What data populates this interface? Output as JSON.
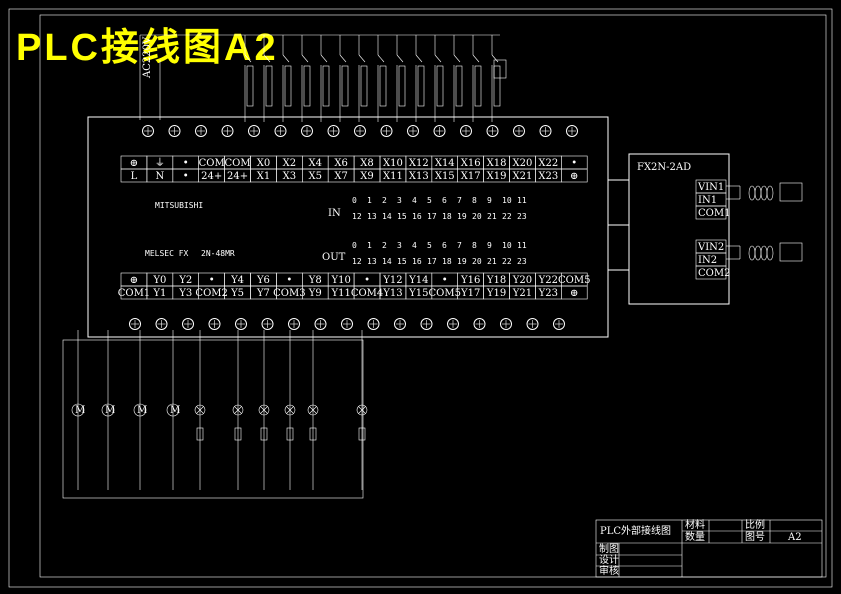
{
  "title": "PLC接线图A2",
  "supply_label": "AC220V",
  "plc": {
    "brand": "MITSUBISHI",
    "model": "MELSEC FX",
    "model_suffix": "2N-48MR",
    "in_label": "IN",
    "out_label": "OUT",
    "top_row1": [
      "⊕",
      "⏚",
      "•",
      "COM",
      "COM",
      "X0",
      "X2",
      "X4",
      "X6",
      "X8",
      "X10",
      "X12",
      "X14",
      "X16",
      "X18",
      "X20",
      "X22",
      "•"
    ],
    "top_row2": [
      "L",
      "N",
      "•",
      "24+",
      "24+",
      "X1",
      "X3",
      "X5",
      "X7",
      "X9",
      "X11",
      "X13",
      "X15",
      "X17",
      "X19",
      "X21",
      "X23",
      "⊕"
    ],
    "bot_row1": [
      "⊕",
      "Y0",
      "Y2",
      "•",
      "Y4",
      "Y6",
      "•",
      "Y8",
      "Y10",
      "•",
      "Y12",
      "Y14",
      "•",
      "Y16",
      "Y18",
      "Y20",
      "Y22",
      "COM5"
    ],
    "bot_row2": [
      "COM1",
      "Y1",
      "Y3",
      "COM2",
      "Y5",
      "Y7",
      "COM3",
      "Y9",
      "Y11",
      "COM4",
      "Y13",
      "Y15",
      "COM5",
      "Y17",
      "Y19",
      "Y21",
      "Y23",
      "⊕"
    ],
    "led_top": [
      "0",
      "1",
      "2",
      "3",
      "4",
      "5",
      "6",
      "7",
      "8",
      "9",
      "10",
      "11"
    ],
    "led_bot": [
      "12",
      "13",
      "14",
      "15",
      "16",
      "17",
      "18",
      "19",
      "20",
      "21",
      "22",
      "23"
    ]
  },
  "ad_module": {
    "name": "FX2N-2AD",
    "ch1": [
      "VIN1",
      "IN1",
      "COM1"
    ],
    "ch2": [
      "VIN2",
      "IN2",
      "COM2"
    ]
  },
  "title_block": {
    "name": "PLC外部接线图",
    "material_label": "材料",
    "scale_label": "比例",
    "qty_label": "数量",
    "drawing_no_label": "图号",
    "drawing_no": "A2",
    "drawn_label": "制图",
    "designed_label": "设计",
    "checked_label": "审核"
  }
}
